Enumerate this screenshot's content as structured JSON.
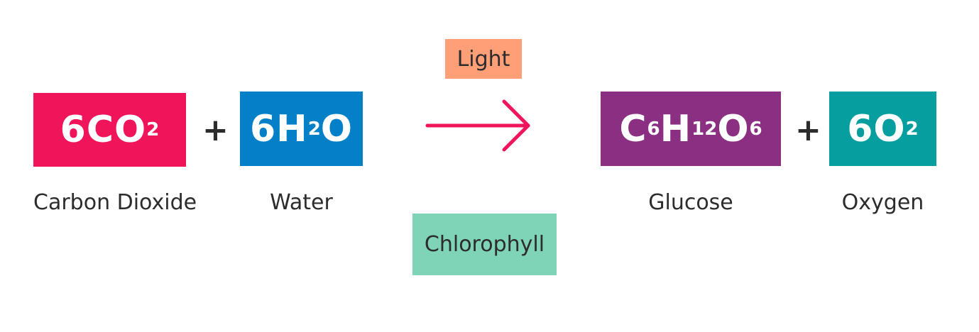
{
  "reactants": [
    {
      "formula": "6CO",
      "sub": "2",
      "name": "Carbon Dioxide",
      "color": "#f0145a"
    },
    {
      "formula_a": "6H",
      "sub_a": "2",
      "formula_b": "O",
      "name": "Water",
      "color": "#0380c8"
    }
  ],
  "products": [
    {
      "parts": [
        "C",
        "6",
        "H",
        "12",
        "O",
        "6"
      ],
      "name": "Glucose",
      "color": "#8a2f82"
    },
    {
      "formula": "6O",
      "sub": "2",
      "name": "Oxygen",
      "color": "#069e9e"
    }
  ],
  "plus_sign": "+",
  "conditions": {
    "light": {
      "label": "Light",
      "color": "#ff9f78"
    },
    "chlorophyll": {
      "label": "Chlorophyll",
      "color": "#7fd3b6"
    }
  },
  "arrow_color": "#f0145a"
}
